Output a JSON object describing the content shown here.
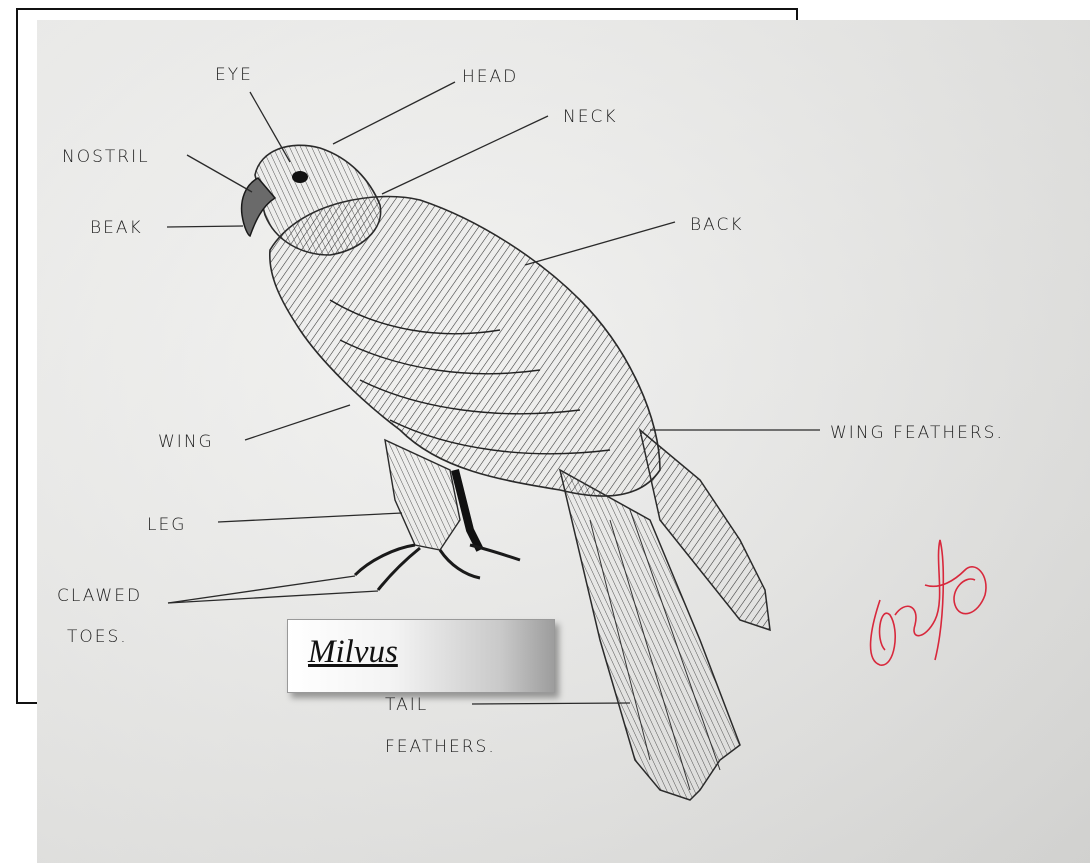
{
  "diagram": {
    "labels": {
      "eye": "EYE",
      "head": "HEAD",
      "neck": "NECK",
      "nostril": "NOSTRIL",
      "beak": "BEAK",
      "back": "BACK",
      "wing": "WING",
      "wing_feathers": "WING FEATHERS.",
      "leg": "LEG",
      "clawed_toes_line1": "CLAWED",
      "clawed_toes_line2": "TOES.",
      "tail_feathers_line1": "TAIL",
      "tail_feathers_line2": "FEATHERS."
    },
    "caption": "Milvus",
    "colors": {
      "pencil": "#2a2a2a",
      "paper": "#ececea",
      "signature": "#d8283c"
    }
  }
}
